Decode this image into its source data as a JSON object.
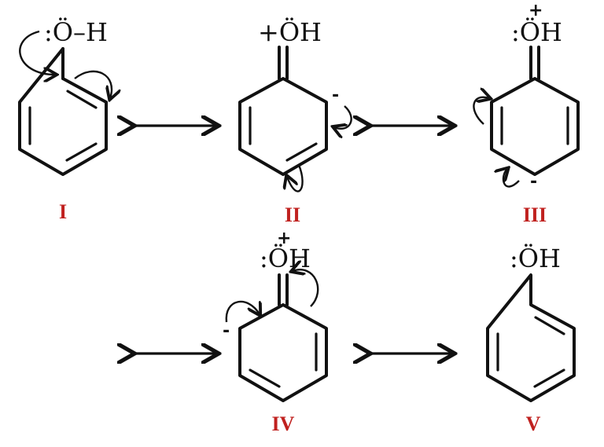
{
  "structures": [
    {
      "label": "I",
      "atom_text": ":Ö–H"
    },
    {
      "label": "II",
      "atom_text": "+ÖH",
      "charge": "-"
    },
    {
      "label": "III",
      "atom_text": ":ÖH",
      "plus": "+",
      "charge": "-"
    },
    {
      "label": "IV",
      "atom_text": ":ÖH",
      "plus": "+",
      "charge": "-"
    },
    {
      "label": "V",
      "atom_text": ":ÖH"
    }
  ],
  "colors": {
    "label": "#c0211f",
    "ink": "#111111"
  }
}
